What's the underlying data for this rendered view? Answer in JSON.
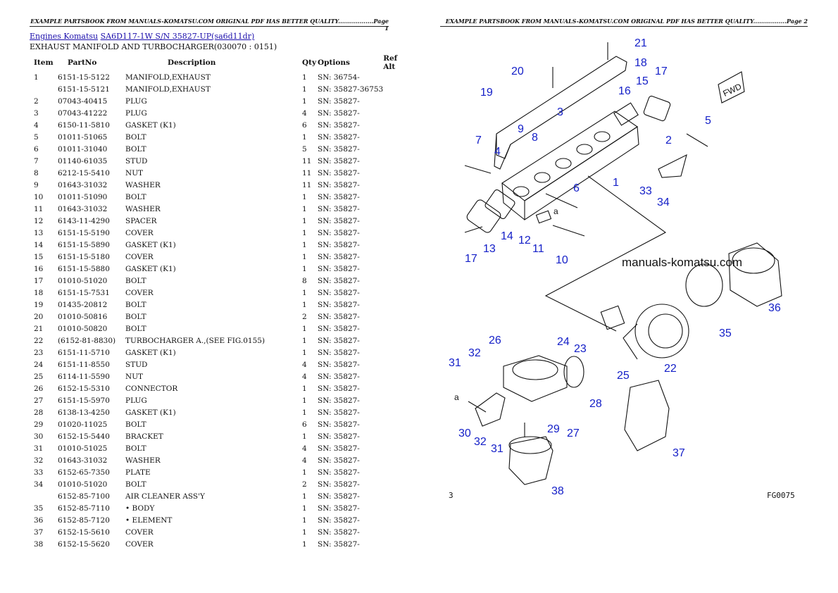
{
  "header": {
    "left_text": "EXAMPLE PARTSBOOK FROM MANUALS-KOMATSU.COM ORIGINAL PDF HAS BETTER QUALITY..................Page 1",
    "right_text": "EXAMPLE PARTSBOOK FROM MANUALS-KOMATSU.COM ORIGINAL PDF HAS BETTER QUALITY.................Page 2"
  },
  "breadcrumb": {
    "link1": "Engines Komatsu",
    "link2": "SA6D117-1W S/N 35827-UP(sa6d11dr)"
  },
  "subtitle": "EXHAUST MANIFOLD AND TURBOCHARGER(030070 : 0151)",
  "table": {
    "headers": [
      "Item",
      "PartNo",
      "Description",
      "Qty",
      "Options",
      "Ref Alt"
    ],
    "rows": [
      [
        "1",
        "6151-15-5122",
        "MANIFOLD,EXHAUST",
        "1",
        "SN: 36754-"
      ],
      [
        "",
        "6151-15-5121",
        "MANIFOLD,EXHAUST",
        "1",
        "SN: 35827-36753"
      ],
      [
        "2",
        "07043-40415",
        "PLUG",
        "1",
        "SN: 35827-"
      ],
      [
        "3",
        "07043-41222",
        "PLUG",
        "4",
        "SN: 35827-"
      ],
      [
        "4",
        "6150-11-5810",
        "GASKET (K1)",
        "6",
        "SN: 35827-"
      ],
      [
        "5",
        "01011-51065",
        "BOLT",
        "1",
        "SN: 35827-"
      ],
      [
        "6",
        "01011-31040",
        "BOLT",
        "5",
        "SN: 35827-"
      ],
      [
        "7",
        "01140-61035",
        "STUD",
        "11",
        "SN: 35827-"
      ],
      [
        "8",
        "6212-15-5410",
        "NUT",
        "11",
        "SN: 35827-"
      ],
      [
        "9",
        "01643-31032",
        "WASHER",
        "11",
        "SN: 35827-"
      ],
      [
        "10",
        "01011-51090",
        "BOLT",
        "1",
        "SN: 35827-"
      ],
      [
        "11",
        "01643-31032",
        "WASHER",
        "1",
        "SN: 35827-"
      ],
      [
        "12",
        "6143-11-4290",
        "SPACER",
        "1",
        "SN: 35827-"
      ],
      [
        "13",
        "6151-15-5190",
        "COVER",
        "1",
        "SN: 35827-"
      ],
      [
        "14",
        "6151-15-5890",
        "GASKET (K1)",
        "1",
        "SN: 35827-"
      ],
      [
        "15",
        "6151-15-5180",
        "COVER",
        "1",
        "SN: 35827-"
      ],
      [
        "16",
        "6151-15-5880",
        "GASKET (K1)",
        "1",
        "SN: 35827-"
      ],
      [
        "17",
        "01010-51020",
        "BOLT",
        "8",
        "SN: 35827-"
      ],
      [
        "18",
        "6151-15-7531",
        "COVER",
        "1",
        "SN: 35827-"
      ],
      [
        "19",
        "01435-20812",
        "BOLT",
        "1",
        "SN: 35827-"
      ],
      [
        "20",
        "01010-50816",
        "BOLT",
        "2",
        "SN: 35827-"
      ],
      [
        "21",
        "01010-50820",
        "BOLT",
        "1",
        "SN: 35827-"
      ],
      [
        "22",
        "(6152-81-8830)",
        "TURBOCHARGER A.,(SEE FIG.0155)",
        "1",
        "SN: 35827-"
      ],
      [
        "23",
        "6151-11-5710",
        "GASKET (K1)",
        "1",
        "SN: 35827-"
      ],
      [
        "24",
        "6151-11-8550",
        "STUD",
        "4",
        "SN: 35827-"
      ],
      [
        "25",
        "6114-11-5590",
        "NUT",
        "4",
        "SN: 35827-"
      ],
      [
        "26",
        "6152-15-5310",
        "CONNECTOR",
        "1",
        "SN: 35827-"
      ],
      [
        "27",
        "6151-15-5970",
        "PLUG",
        "1",
        "SN: 35827-"
      ],
      [
        "28",
        "6138-13-4250",
        "GASKET (K1)",
        "1",
        "SN: 35827-"
      ],
      [
        "29",
        "01020-11025",
        "BOLT",
        "6",
        "SN: 35827-"
      ],
      [
        "30",
        "6152-15-5440",
        "BRACKET",
        "1",
        "SN: 35827-"
      ],
      [
        "31",
        "01010-51025",
        "BOLT",
        "4",
        "SN: 35827-"
      ],
      [
        "32",
        "01643-31032",
        "WASHER",
        "4",
        "SN: 35827-"
      ],
      [
        "33",
        "6152-65-7350",
        "PLATE",
        "1",
        "SN: 35827-"
      ],
      [
        "34",
        "01010-51020",
        "BOLT",
        "2",
        "SN: 35827-"
      ],
      [
        "",
        "6152-85-7100",
        "AIR CLEANER ASS'Y",
        "1",
        "SN: 35827-"
      ],
      [
        "35",
        "6152-85-7110",
        "• BODY",
        "1",
        "SN: 35827-"
      ],
      [
        "36",
        "6152-85-7120",
        "• ELEMENT",
        "1",
        "SN: 35827-"
      ],
      [
        "37",
        "6152-15-5610",
        "COVER",
        "1",
        "SN: 35827-"
      ],
      [
        "38",
        "6152-15-5620",
        "COVER",
        "1",
        "SN: 35827-"
      ]
    ]
  },
  "diagram": {
    "watermark": "manuals-komatsu.com",
    "fwd_label": "FWD",
    "page_number": "3",
    "figure_code": "FG0075",
    "callouts": [
      "21",
      "18",
      "20",
      "17",
      "19",
      "15",
      "16",
      "3",
      "5",
      "9",
      "8",
      "2",
      "7",
      "4",
      "1",
      "6",
      "33",
      "34",
      "a",
      "17",
      "13",
      "14",
      "12",
      "11",
      "10",
      "36",
      "35",
      "26",
      "24",
      "23",
      "32",
      "31",
      "25",
      "22",
      "a",
      "28",
      "30",
      "32",
      "31",
      "29",
      "27",
      "37",
      "38"
    ]
  }
}
